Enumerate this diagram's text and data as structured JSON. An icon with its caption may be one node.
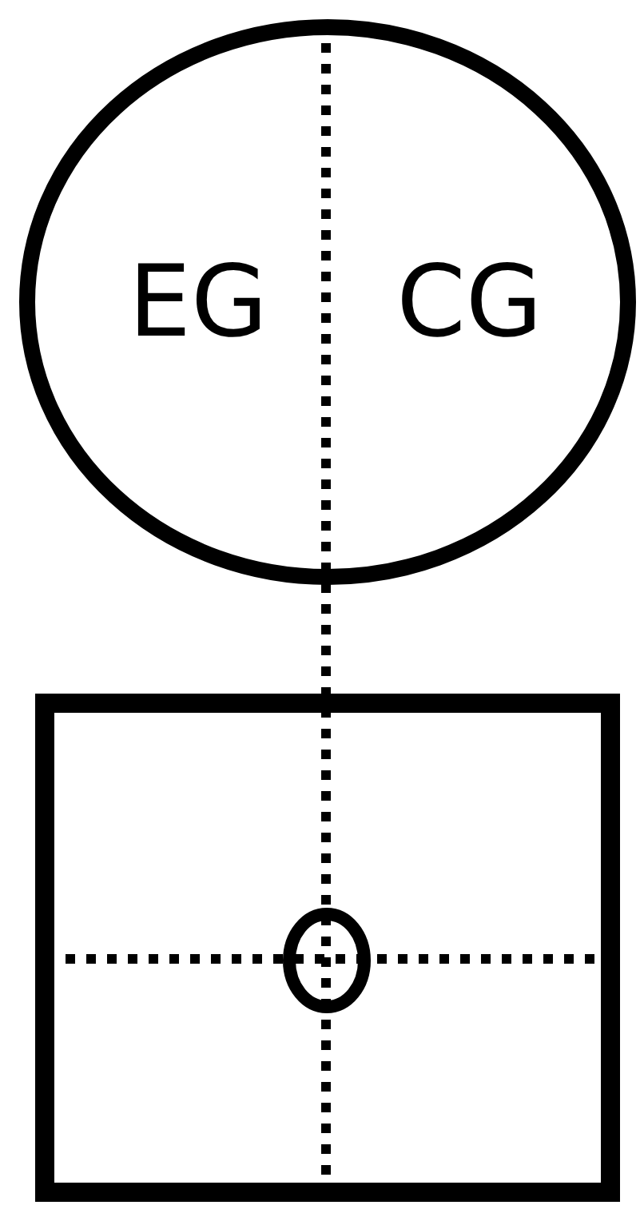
{
  "diagram": {
    "nodes": [
      {
        "text": [
          "EG",
          "CG"
        ]
      },
      {
        "text": [],
        "shape": "box"
      },
      {
        "text": [],
        "shape": "circle",
        "in": 1
      }
    ]
  }
}
